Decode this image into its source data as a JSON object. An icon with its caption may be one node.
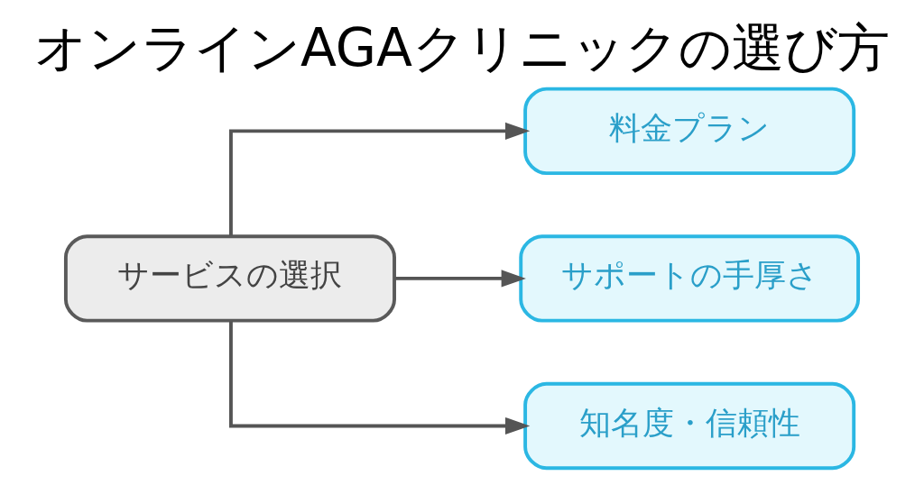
{
  "diagram": {
    "title": "オンラインAGAクリニックの選び方",
    "nodes": [
      {
        "text": [
          "サービスの選択"
        ]
      },
      {
        "text": [
          "料金プラン"
        ]
      },
      {
        "text": [
          "サポートの手厚さ"
        ]
      },
      {
        "text": [
          "知名度・信頼性"
        ]
      }
    ],
    "edges": [
      {
        "from": 0,
        "to": 1,
        "arrow": "to"
      },
      {
        "from": 0,
        "to": 2,
        "arrow": "to"
      },
      {
        "from": 0,
        "to": 3,
        "arrow": "to"
      }
    ]
  }
}
